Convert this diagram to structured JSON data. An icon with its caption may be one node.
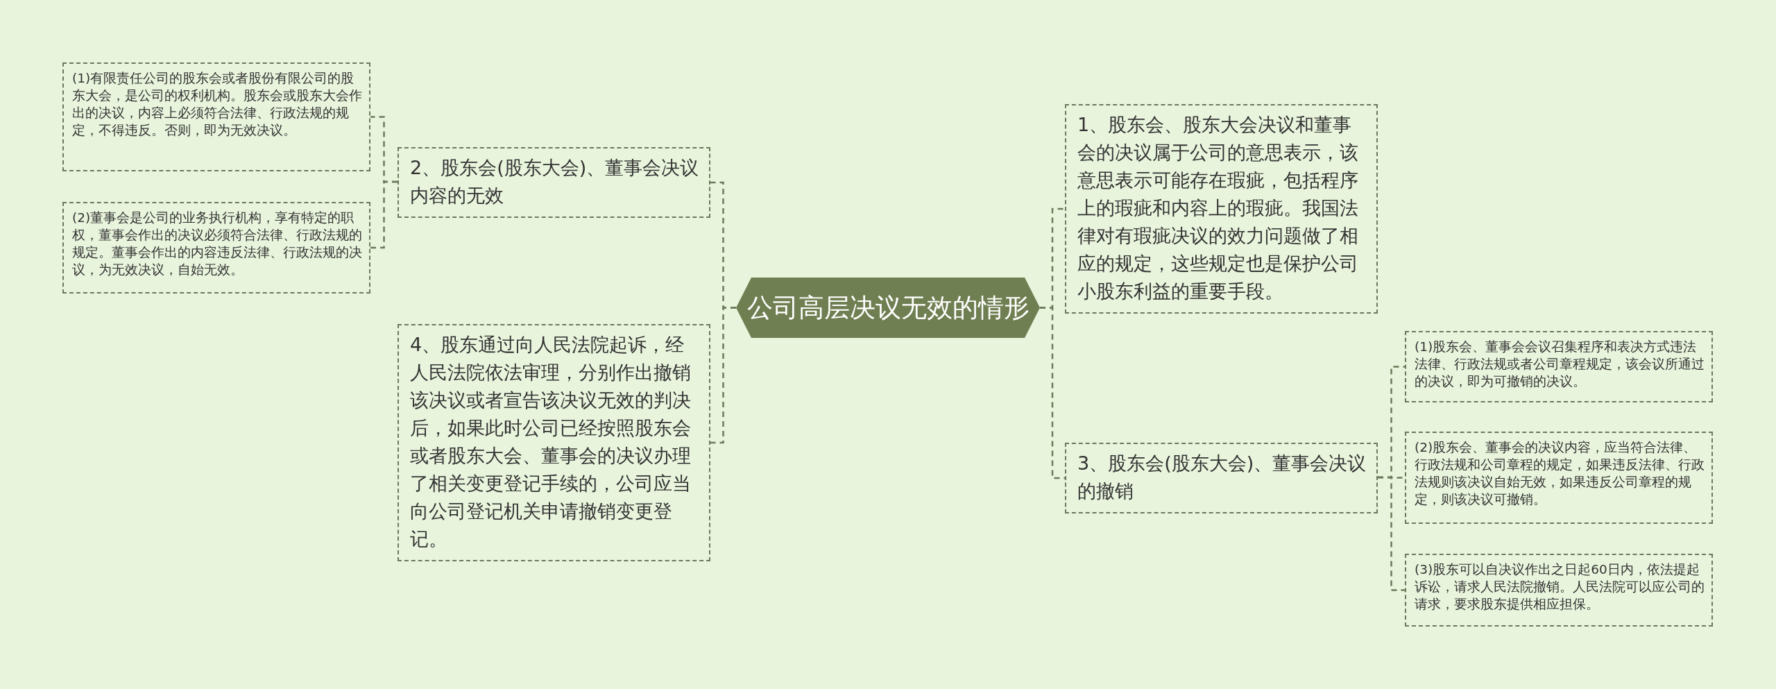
{
  "diagram": {
    "nodes": [
      {
        "text": [
          "公司高层决议无效的情形"
        ]
      },
      {
        "text": [
          "1、股东会、股东大会决议和董事会的决议属于公司的意思表示，该意思表示可能存在瑕疵，包括程序上的瑕疵和内容上的瑕疵。我国法律对有瑕疵决议的效力问题做了相应的规定，这些规定也是保护公司小股东利益的重要手段。"
        ]
      },
      {
        "text": [
          "2、股东会(股东大会)、董事会决议内容的无效"
        ]
      },
      {
        "text": [
          "(1)有限责任公司的股东会或者股份有限公司的股东大会，是公司的权利机构。股东会或股东大会作出的决议，内容上必须符合法律、行政法规的规定，不得违反。否则，即为无效决议。"
        ]
      },
      {
        "text": [
          "(2)董事会是公司的业务执行机构，享有特定的职权，董事会作出的决议必须符合法律、行政法规的规定。董事会作出的内容违反法律、行政法规的决议，为无效决议，自始无效。"
        ]
      },
      {
        "text": [
          "3、股东会(股东大会)、董事会决议的撤销"
        ]
      },
      {
        "text": [
          "(1)股东会、董事会会议召集程序和表决方式违法法律、行政法规或者公司章程规定，该会议所通过的决议，即为可撤销的决议。"
        ]
      },
      {
        "text": [
          "(2)股东会、董事会的决议内容，应当符合法律、行政法规和公司章程的规定，如果违反法律、行政法规则该决议自始无效，如果违反公司章程的规定，则该决议可撤销。"
        ]
      },
      {
        "text": [
          "(3)股东可以自决议作出之日起60日内，依法提起诉讼，请求人民法院撤销。人民法院可以应公司的请求，要求股东提供相应担保。"
        ]
      },
      {
        "text": [
          "4、股东通过向人民法院起诉，经人民法院依法审理，分别作出撤销该决议或者宣告该决议无效的判决后，如果此时公司已经按照股东会或者股东大会、董事会的决议办理了相关变更登记手续的，公司应当向公司登记机关申请撤销变更登记。"
        ]
      }
    ],
    "edges": [
      {
        "from": 0,
        "to": 1,
        "arrow": "none"
      },
      {
        "from": 0,
        "to": 2,
        "arrow": "none"
      },
      {
        "from": 2,
        "to": 3,
        "arrow": "none"
      },
      {
        "from": 2,
        "to": 4,
        "arrow": "none"
      },
      {
        "from": 0,
        "to": 5,
        "arrow": "none"
      },
      {
        "from": 5,
        "to": 6,
        "arrow": "none"
      },
      {
        "from": 5,
        "to": 7,
        "arrow": "none"
      },
      {
        "from": 5,
        "to": 8,
        "arrow": "none"
      },
      {
        "from": 0,
        "to": 9,
        "arrow": "none"
      }
    ]
  }
}
